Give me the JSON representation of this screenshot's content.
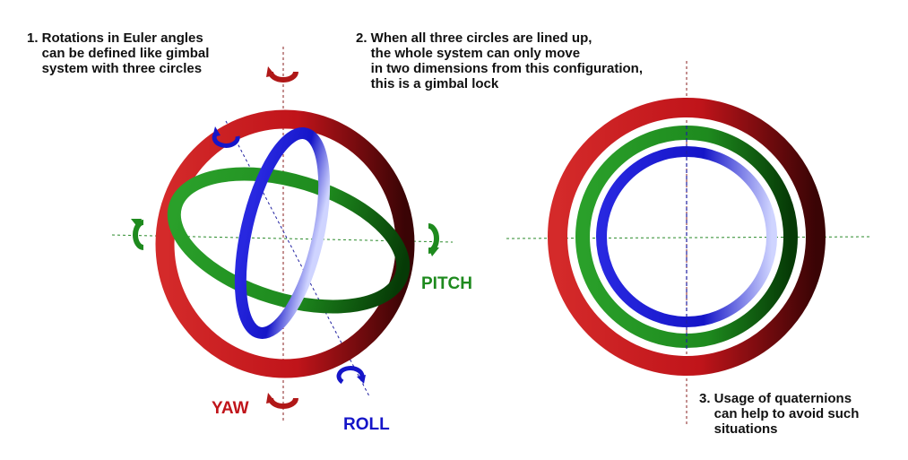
{
  "notes": {
    "note1": "1. Rotations in Euler angles\n    can be defined like gimbal\n    system with three circles",
    "note2": "2. When all three circles are lined up,\n    the whole system can only move\n    in two dimensions from this configuration,\n    this is a gimbal lock",
    "note3": "3. Usage of quaternions\n    can help to avoid such\n    situations"
  },
  "labels": {
    "yaw": "YAW",
    "pitch": "PITCH",
    "roll": "ROLL"
  },
  "colors": {
    "yaw": "#c0141a",
    "pitch": "#1e8a1e",
    "roll": "#1515c8"
  },
  "icons": [
    "rotation-arrow-icon"
  ]
}
